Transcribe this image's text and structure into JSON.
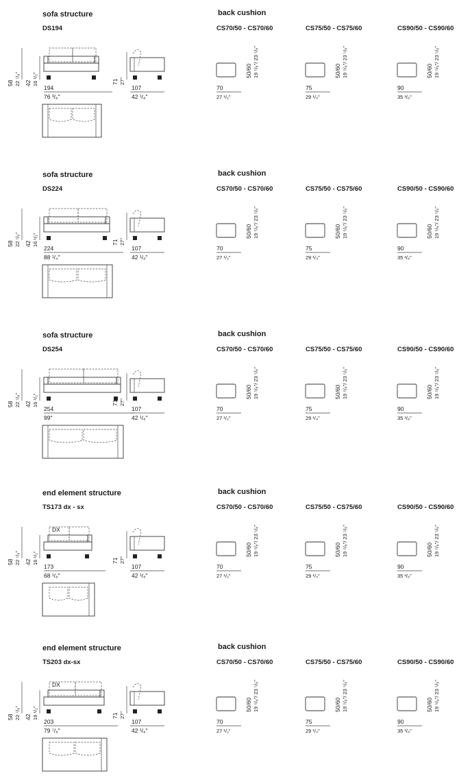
{
  "rows": [
    {
      "structure_title": "sofa structure",
      "model_code": "DS194",
      "dx_label": "",
      "heights": {
        "total_cm": "58",
        "total_in": "22 ⁷/₈\"",
        "seat_cm": "42",
        "seat_in": "16 ¹/₂\"",
        "depth_h_cm": "71",
        "depth_h_in": "27\""
      },
      "width": {
        "cm": "194",
        "in": "76 ³/₈\""
      },
      "depth": {
        "cm": "107",
        "in": "42 ¹/₈\""
      },
      "cushion_title": "back cushion",
      "cushions": [
        {
          "code": "CS70/50 - CS70/60",
          "height_cm": "50/60",
          "height_in": "19 ⁵/₈\"/ 23 ⁵/₈\"",
          "width_cm": "70",
          "width_in": "27 ¹/₂\""
        },
        {
          "code": "CS75/50 - CS75/60",
          "height_cm": "50/60",
          "height_in": "19 ⁵/₈\"/ 23 ⁵/₈\"",
          "width_cm": "75",
          "width_in": "29 ¹/₄\""
        },
        {
          "code": "CS90/50 - CS90/60",
          "height_cm": "50/60",
          "height_in": "19 ⁵/₈\"/ 23 ⁵/₈\"",
          "width_cm": "90",
          "width_in": "35 ³/₈\""
        }
      ]
    },
    {
      "structure_title": "sofa structure",
      "model_code": "DS224",
      "dx_label": "",
      "heights": {
        "total_cm": "58",
        "total_in": "22 ⁷/₈\"",
        "seat_cm": "42",
        "seat_in": "16 ¹/₂\"",
        "depth_h_cm": "71",
        "depth_h_in": "27\""
      },
      "width": {
        "cm": "224",
        "in": "88 ¹/₄\""
      },
      "depth": {
        "cm": "107",
        "in": "42 ¹/₈\""
      },
      "cushion_title": "back cushion",
      "cushions": [
        {
          "code": "CS70/50 - CS70/60",
          "height_cm": "50/60",
          "height_in": "19 ⁵/₈\"/ 23 ⁵/₈\"",
          "width_cm": "70",
          "width_in": "27 ¹/₂\""
        },
        {
          "code": "CS75/50 - CS75/60",
          "height_cm": "50/60",
          "height_in": "19 ⁵/₈\"/ 23 ⁵/₈\"",
          "width_cm": "75",
          "width_in": "29 ¹/₄\""
        },
        {
          "code": "CS90/50 - CS90/60",
          "height_cm": "50/60",
          "height_in": "19 ⁵/₈\"/ 23 ⁵/₈\"",
          "width_cm": "90",
          "width_in": "35 ³/₈\""
        }
      ]
    },
    {
      "structure_title": "sofa structure",
      "model_code": "DS254",
      "dx_label": "",
      "heights": {
        "total_cm": "58",
        "total_in": "22 ⁷/₈\"",
        "seat_cm": "42",
        "seat_in": "16 ¹/₂\"",
        "depth_h_cm": "71",
        "depth_h_in": "27\""
      },
      "width": {
        "cm": "254",
        "in": "99\""
      },
      "depth": {
        "cm": "107",
        "in": "42 ¹/₈\""
      },
      "cushion_title": "back cushion",
      "cushions": [
        {
          "code": "CS70/50 - CS70/60",
          "height_cm": "50/60",
          "height_in": "19 ⁵/₈\"/ 23 ⁵/₈\"",
          "width_cm": "70",
          "width_in": "27 ¹/₂\""
        },
        {
          "code": "CS75/50 - CS75/60",
          "height_cm": "50/60",
          "height_in": "19 ⁵/₈\"/ 23 ⁵/₈\"",
          "width_cm": "75",
          "width_in": "29 ¹/₄\""
        },
        {
          "code": "CS90/50 - CS90/60",
          "height_cm": "50/60",
          "height_in": "19 ⁵/₈\"/ 23 ⁵/₈\"",
          "width_cm": "90",
          "width_in": "35 ³/₈\""
        }
      ]
    },
    {
      "structure_title": "end element structure",
      "model_code": "TS173  dx - sx",
      "dx_label": "DX",
      "heights": {
        "total_cm": "58",
        "total_in": "22 ⁷/₈\"",
        "seat_cm": "42",
        "seat_in": "16 ¹/₂\"",
        "depth_h_cm": "71",
        "depth_h_in": "27\""
      },
      "width": {
        "cm": "173",
        "in": "68 ¹/₈\""
      },
      "depth": {
        "cm": "107",
        "in": "42 ¹/₈\""
      },
      "cushion_title": "back cushion",
      "cushions": [
        {
          "code": "CS70/50 - CS70/60",
          "height_cm": "50/60",
          "height_in": "19 ⁵/₈\"/ 23 ⁵/₈\"",
          "width_cm": "70",
          "width_in": "27 ¹/₂\""
        },
        {
          "code": "CS75/50 - CS75/60",
          "height_cm": "50/60",
          "height_in": "19 ⁵/₈\"/ 23 ⁵/₈\"",
          "width_cm": "75",
          "width_in": "29 ¹/₄\""
        },
        {
          "code": "CS90/50 - CS90/60",
          "height_cm": "50/60",
          "height_in": "19 ⁵/₈\"/ 23 ⁵/₈\"",
          "width_cm": "90",
          "width_in": "35 ³/₈\""
        }
      ]
    },
    {
      "structure_title": "end element structure",
      "model_code": "TS203  dx-sx",
      "dx_label": "DX",
      "heights": {
        "total_cm": "58",
        "total_in": "22 ⁷/₈\"",
        "seat_cm": "42",
        "seat_in": "16 ¹/₂\"",
        "depth_h_cm": "71",
        "depth_h_in": "27\""
      },
      "width": {
        "cm": "203",
        "in": "79 ⁷/₈\""
      },
      "depth": {
        "cm": "107",
        "in": "42 ¹/₈\""
      },
      "cushion_title": "back cushion",
      "cushions": [
        {
          "code": "CS70/50 - CS70/60",
          "height_cm": "50/60",
          "height_in": "19 ⁵/₈\"/ 23 ⁵/₈\"",
          "width_cm": "70",
          "width_in": "27 ¹/₂\""
        },
        {
          "code": "CS75/50 - CS75/60",
          "height_cm": "50/60",
          "height_in": "19 ⁵/₈\"/ 23 ⁵/₈\"",
          "width_cm": "75",
          "width_in": "29 ¹/₄\""
        },
        {
          "code": "CS90/50 - CS90/60",
          "height_cm": "50/60",
          "height_in": "19 ⁵/₈\"/ 23 ⁵/₈\"",
          "width_cm": "90",
          "width_in": "35 ³/₈\""
        }
      ]
    }
  ]
}
